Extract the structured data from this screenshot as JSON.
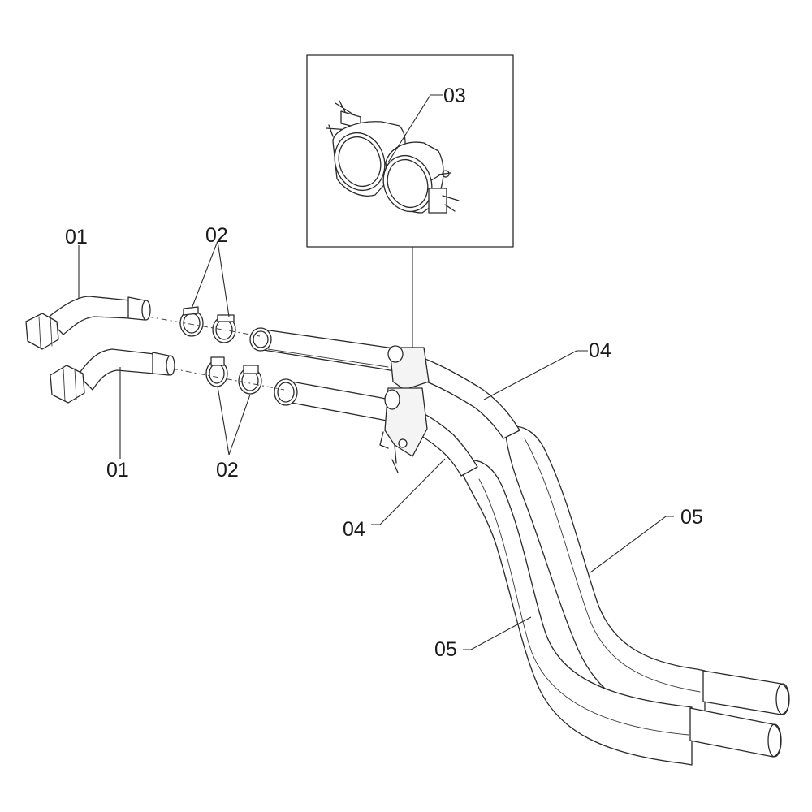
{
  "labels": {
    "hose_fitting_upper": "01",
    "hose_fitting_lower": "01",
    "hose_clamps_upper": "02",
    "hose_clamps_lower": "02",
    "double_clamp_detail": "03",
    "pipe_upper": "04",
    "pipe_lower": "04",
    "sleeve_upper": "05",
    "sleeve_lower": "05"
  }
}
